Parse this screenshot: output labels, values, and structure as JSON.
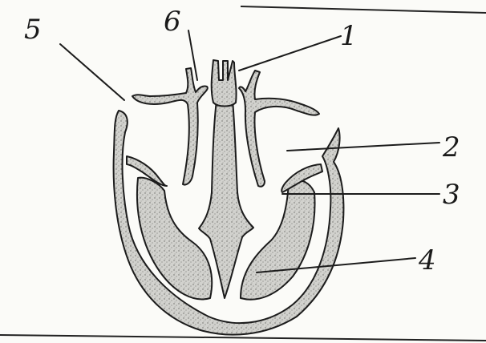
{
  "labels": [
    {
      "id": "1",
      "text": "1"
    },
    {
      "id": "2",
      "text": "2"
    },
    {
      "id": "3",
      "text": "3"
    },
    {
      "id": "4",
      "text": "4"
    },
    {
      "id": "5",
      "text": "5"
    },
    {
      "id": "6",
      "text": "6"
    }
  ],
  "colors": {
    "paper": "#fbfbf8",
    "ink": "#1c1c1c",
    "tissue_fill": "#d4d4d0"
  }
}
